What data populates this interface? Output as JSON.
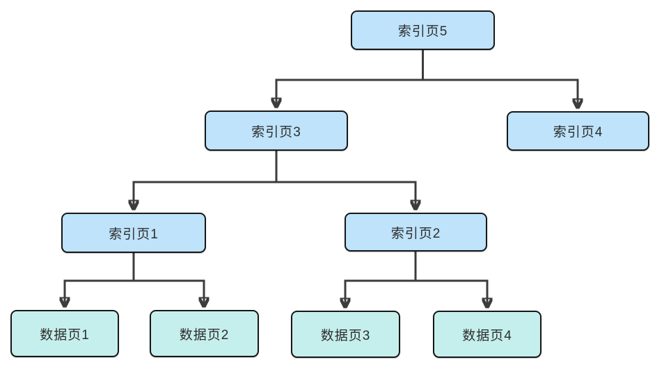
{
  "diagram": {
    "type": "tree",
    "colors": {
      "index_fill": "#bee3fa",
      "data_fill": "#c5efec",
      "border": "#171717",
      "line": "#3c3c3c",
      "text": "#2e2e2e",
      "bg": "#ffffff"
    },
    "nodes": [
      {
        "id": "index5",
        "label": "索引页5",
        "type": "index"
      },
      {
        "id": "index3",
        "label": "索引页3",
        "type": "index"
      },
      {
        "id": "index4",
        "label": "索引页4",
        "type": "index"
      },
      {
        "id": "index1",
        "label": "索引页1",
        "type": "index"
      },
      {
        "id": "index2",
        "label": "索引页2",
        "type": "index"
      },
      {
        "id": "data1",
        "label": "数据页1",
        "type": "data"
      },
      {
        "id": "data2",
        "label": "数据页2",
        "type": "data"
      },
      {
        "id": "data3",
        "label": "数据页3",
        "type": "data"
      },
      {
        "id": "data4",
        "label": "数据页4",
        "type": "data"
      }
    ],
    "edges": [
      {
        "from": "索引页5",
        "to": "索引页3"
      },
      {
        "from": "索引页5",
        "to": "索引页4"
      },
      {
        "from": "索引页3",
        "to": "索引页1"
      },
      {
        "from": "索引页3",
        "to": "索引页2"
      },
      {
        "from": "索引页1",
        "to": "数据页1"
      },
      {
        "from": "索引页1",
        "to": "数据页2"
      },
      {
        "from": "索引页2",
        "to": "数据页3"
      },
      {
        "from": "索引页2",
        "to": "数据页4"
      }
    ]
  }
}
